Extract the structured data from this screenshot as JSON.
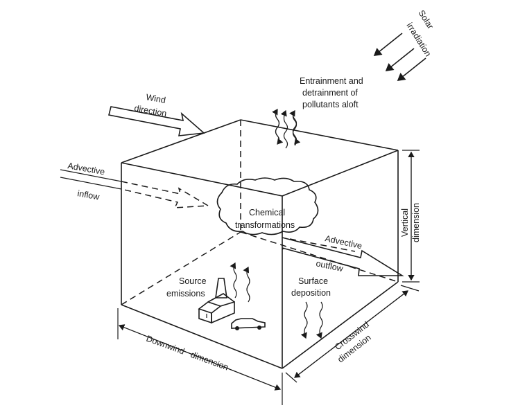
{
  "labels": {
    "solar_line1": "Solar",
    "solar_line2": "irradiation",
    "entrain_line1": "Entrainment and",
    "entrain_line2": "detrainment of",
    "entrain_line3": "pollutants aloft",
    "wind_line1": "Wind",
    "wind_line2": "direction",
    "adv_in_line1": "Advective",
    "adv_in_line2": "inflow",
    "chem_line1": "Chemical",
    "chem_line2": "transformations",
    "adv_out_line1": "Advective",
    "adv_out_line2": "outflow",
    "source_line1": "Source",
    "source_line2": "emissions",
    "surface_line1": "Surface",
    "surface_line2": "deposition",
    "vertical_line1": "Vertical",
    "vertical_line2": "dimension",
    "crosswind_line1": "Crosswind",
    "crosswind_line2": "dimension",
    "downwind": "Downwind   dimension"
  },
  "icons": [
    "solar-arrow-icon",
    "wind-arrow-icon",
    "cloud-icon",
    "factory-icon",
    "car-icon",
    "wavy-arrow-icon"
  ]
}
